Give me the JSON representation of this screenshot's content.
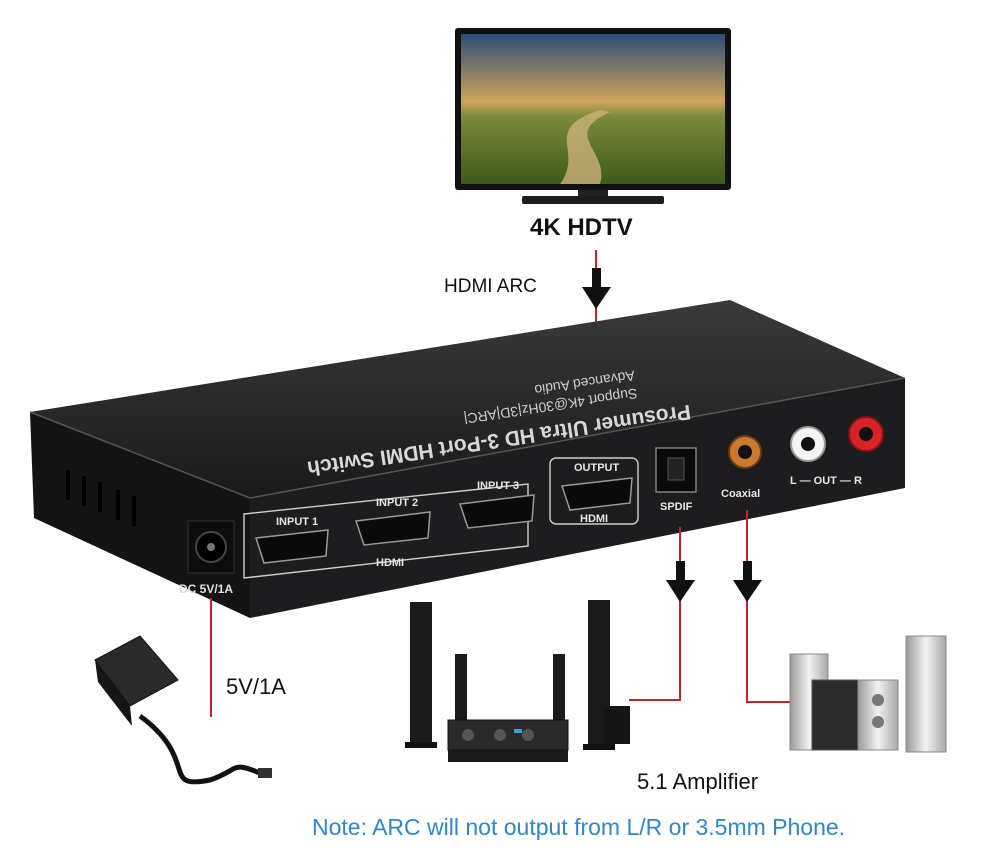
{
  "tv": {
    "title": "4K HDTV"
  },
  "connections": {
    "hdmi_arc": "HDMI ARC",
    "power": "5V/1A",
    "amplifier": "5.1  Amplifier"
  },
  "device": {
    "title_line": "Prosumer Ultra HD 3-Port HDMI Switch",
    "spec_line1": "Support 4K@30Hz|3D|ARC|",
    "spec_line2": "Advanced Audio",
    "ports": {
      "input1": "INPUT 1",
      "input2": "INPUT 2",
      "input3": "INPUT 3",
      "hdmi": "HDMI",
      "output": "OUTPUT",
      "output_hdmi": "HDMI",
      "spdif": "SPDIF",
      "coaxial": "Coaxial",
      "audio_out": "L — OUT — R",
      "dc": "DC 5V/1A"
    }
  },
  "note": "Note: ARC will not output from L/R or 3.5mm Phone.",
  "colors": {
    "note": "#2f86c9",
    "connector_line": "#c0262b",
    "device_body": "#1d1d1f"
  }
}
